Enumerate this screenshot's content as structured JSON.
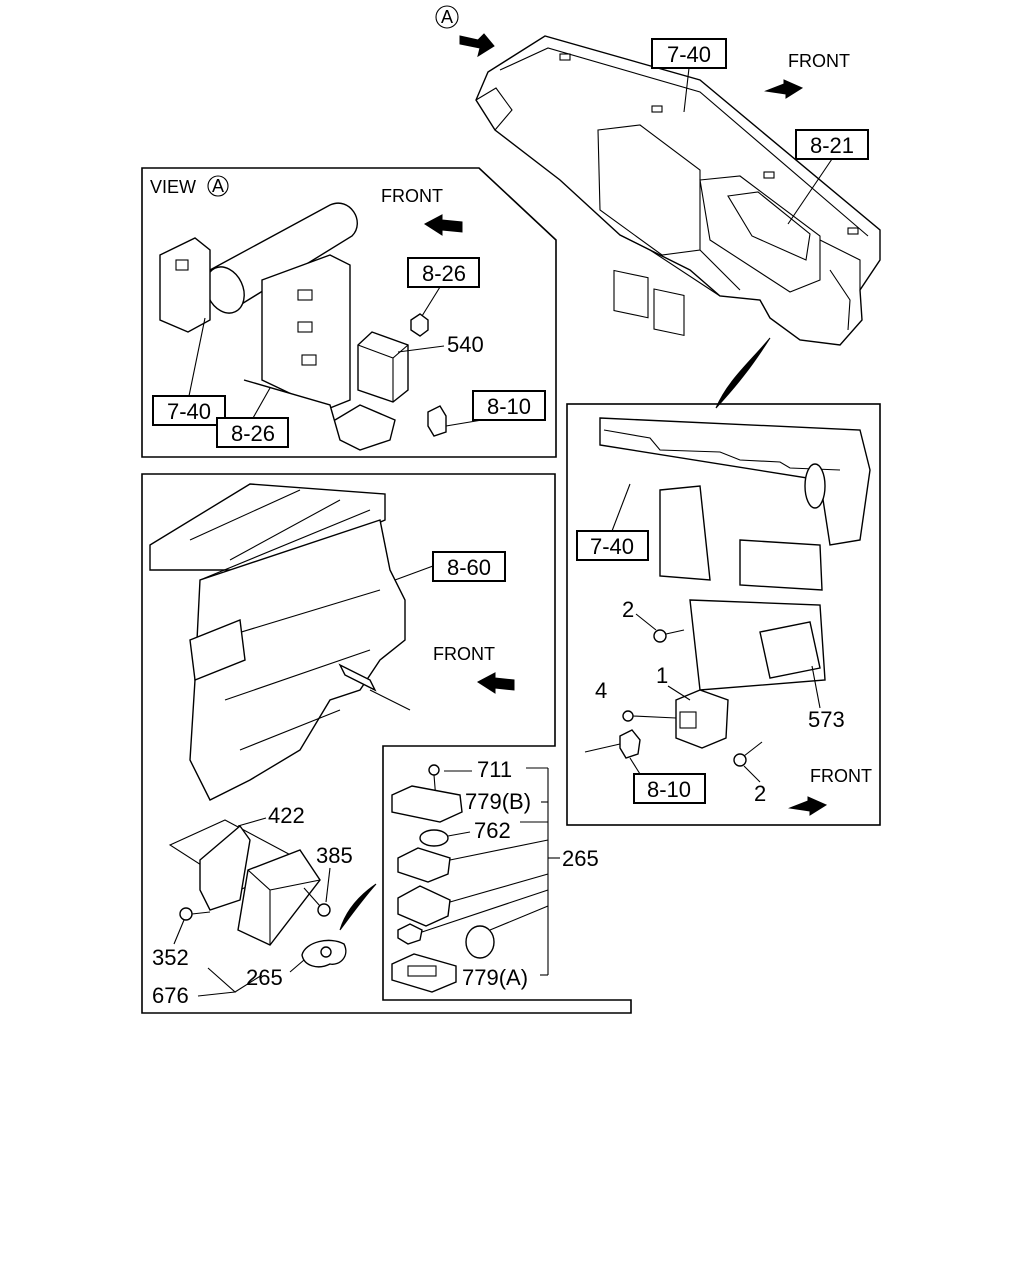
{
  "markers": {
    "view_a_circle": "A"
  },
  "main": {
    "ref_7_40": "7-40",
    "ref_8_21": "8-21",
    "front": "FRONT"
  },
  "view_a": {
    "title": "VIEW",
    "title_circle": "A",
    "front": "FRONT",
    "ref_8_26_top": "8-26",
    "part_540": "540",
    "ref_8_10": "8-10",
    "ref_7_40": "7-40",
    "ref_8_26_bottom": "8-26"
  },
  "right_panel": {
    "ref_7_40": "7-40",
    "part_2_top": "2",
    "part_1": "1",
    "part_4": "4",
    "part_573": "573",
    "ref_8_10": "8-10",
    "part_2_bottom": "2",
    "front": "FRONT"
  },
  "hvac_panel": {
    "ref_8_60": "8-60",
    "front": "FRONT",
    "part_422": "422",
    "part_385": "385",
    "part_352": "352",
    "part_265": "265",
    "part_676": "676"
  },
  "key_panel": {
    "part_711": "711",
    "part_779b": "779(B)",
    "part_762": "762",
    "part_265": "265",
    "part_779a": "779(A)"
  }
}
